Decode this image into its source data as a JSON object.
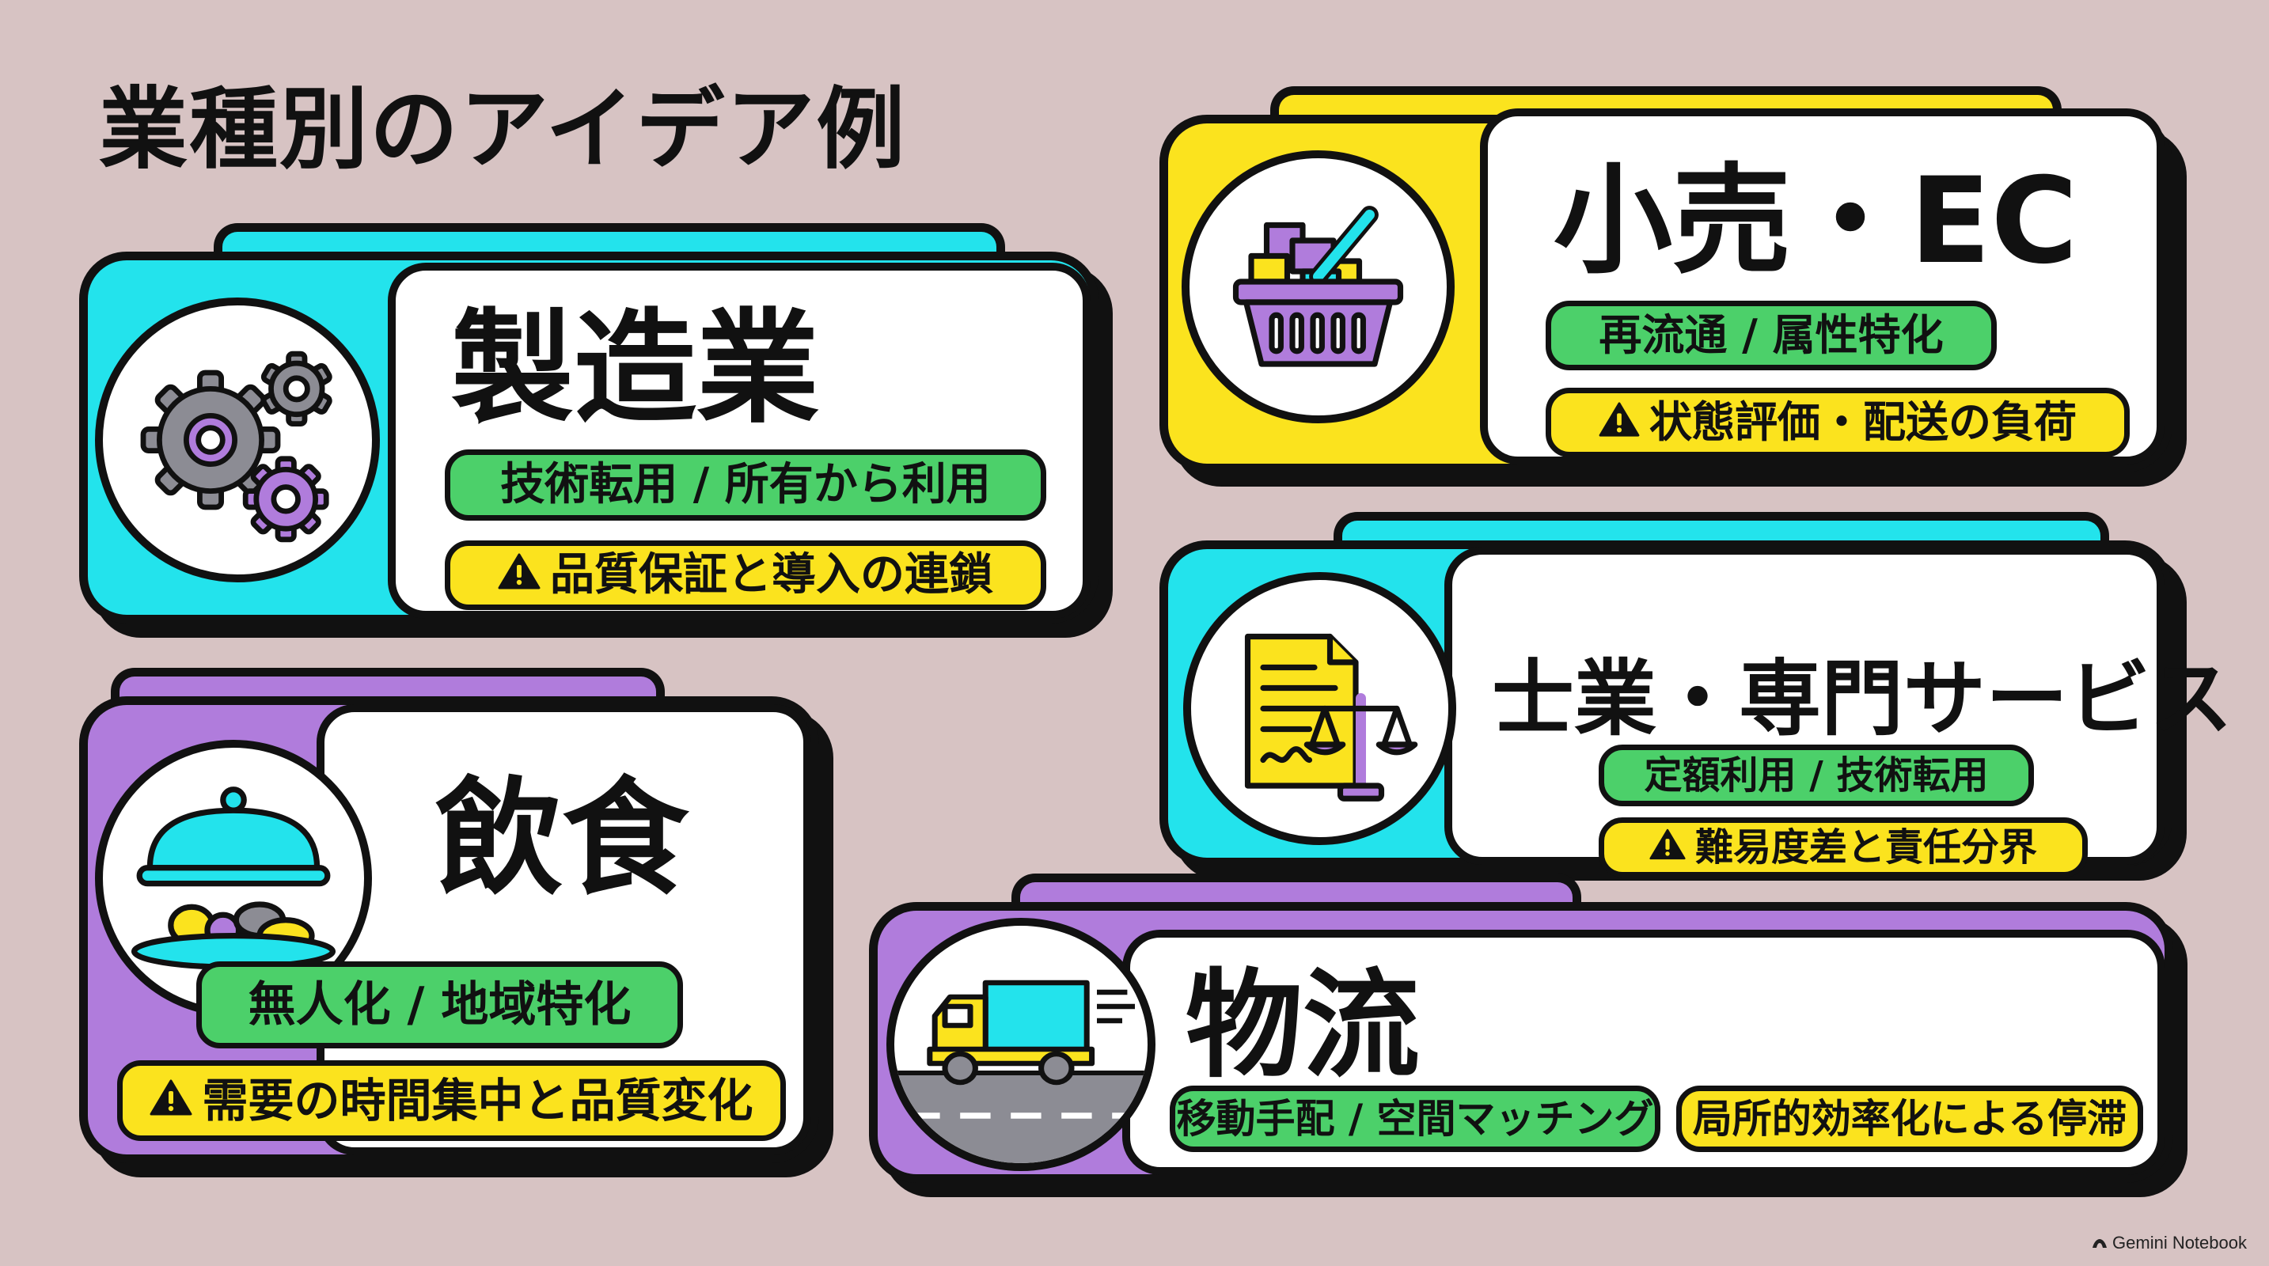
{
  "heading": "業種別のアイデア例",
  "colors": {
    "background": "#d7c3c3",
    "cyan": "#23e3ec",
    "purple": "#b07cdc",
    "yellow": "#fbe31e",
    "green": "#4cd06a",
    "outline": "#111111"
  },
  "cards": {
    "manufacturing": {
      "title": "製造業",
      "icon": "gears-icon",
      "idea": "技術転用 / 所有から利用",
      "risk": "品質保証と導入の連鎖"
    },
    "retail": {
      "title": "小売・EC",
      "icon": "shopping-basket-icon",
      "idea": "再流通 / 属性特化",
      "risk": "状態評価・配送の負荷"
    },
    "professional": {
      "title": "士業・専門サービス",
      "icon": "document-scales-icon",
      "idea": "定額利用 / 技術転用",
      "risk": "難易度差と責任分界"
    },
    "food": {
      "title": "飲食",
      "icon": "cloche-dish-icon",
      "idea": "無人化 / 地域特化",
      "risk": "需要の時間集中と品質変化"
    },
    "logistics": {
      "title": "物流",
      "icon": "delivery-truck-icon",
      "idea": "移動手配 / 空間マッチング",
      "risk": "局所的効率化による停滞"
    }
  },
  "brand": "Gemini Notebook"
}
